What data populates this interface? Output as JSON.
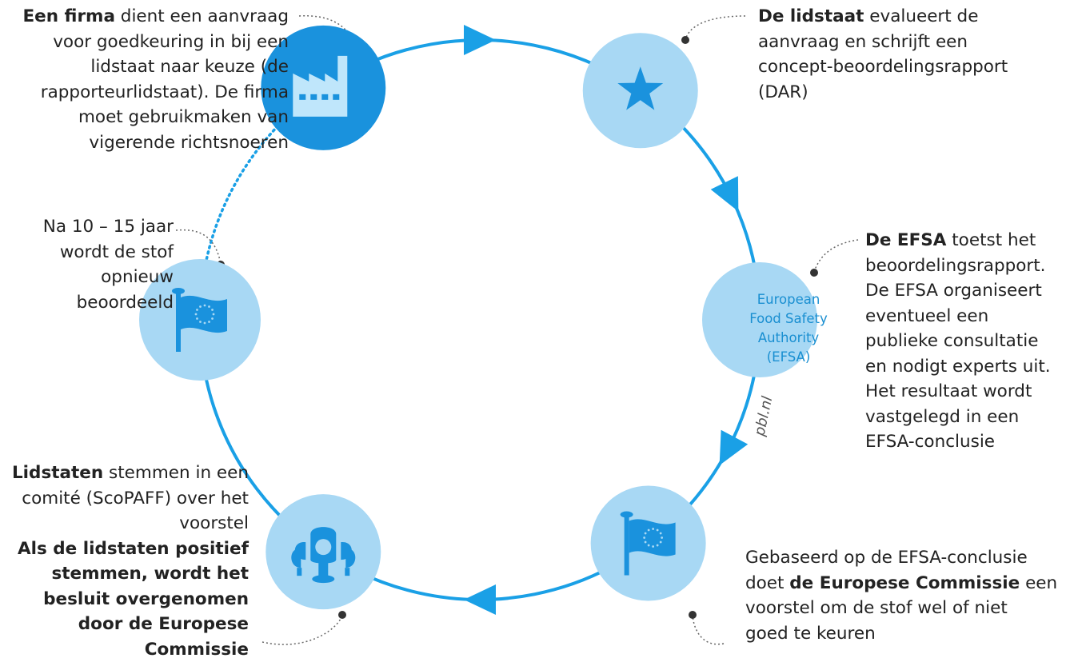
{
  "colors": {
    "cycle_line": "#1aa0e6",
    "node_dark": "#1a92dd",
    "node_light": "#a8d8f4",
    "icon_dark_node": "#bfe6fb",
    "icon_light_node": "#1a92dd",
    "annotation": "#666666"
  },
  "nodes": [
    {
      "id": "firm",
      "icon": "factory-icon"
    },
    {
      "id": "member-state",
      "icon": "star-icon"
    },
    {
      "id": "efsa",
      "icon": "efsa-text-label",
      "label_lines": [
        "European",
        "Food Safety",
        "Authority",
        "(EFSA)"
      ]
    },
    {
      "id": "commission",
      "icon": "eu-flag-icon"
    },
    {
      "id": "committee",
      "icon": "committee-seats-icon"
    },
    {
      "id": "reassessment",
      "icon": "eu-flag-icon"
    }
  ],
  "texts": {
    "step1": {
      "bold": "Een firma",
      "rest": " dient een aanvraag",
      "lines": [
        "voor goedkeuring in bij een",
        "lidstaat naar keuze (de",
        "rapporteurlidstaat). De firma",
        "moet gebruikmaken van",
        "vigerende richtsnoeren"
      ]
    },
    "step2": {
      "bold": "De lidstaat",
      "rest": " evalueert de",
      "lines": [
        "aanvraag en schrijft een",
        "concept-beoordelingsrapport",
        "(DAR)"
      ]
    },
    "step3": {
      "bold": "De EFSA",
      "rest": " toetst het",
      "lines": [
        "beoordelingsrapport.",
        "De EFSA organiseert",
        "eventueel een",
        "publieke consultatie",
        "en nodigt experts uit.",
        "Het resultaat wordt",
        "vastgelegd in een",
        "EFSA-conclusie"
      ]
    },
    "step4": {
      "line1": "Gebaseerd op de EFSA-conclusie",
      "line2_pre": "doet ",
      "line2_bold": "de Europese Commissie",
      "line2_post": " een",
      "lines": [
        "voorstel om de stof wel of niet",
        "goed te keuren"
      ]
    },
    "step5": {
      "bold": "Lidstaten",
      "rest": " stemmen in een",
      "lines": [
        "comité (ScoPAFF) over het",
        "voorstel"
      ],
      "bold_lines": [
        "Als de lidstaten positief",
        "stemmen, wordt het",
        "besluit overgenomen",
        "door de Europese",
        "Commissie"
      ]
    },
    "step6": {
      "lines": [
        "Na 10 – 15 jaar",
        "wordt de stof",
        "opnieuw",
        "beoordeeld"
      ]
    }
  },
  "watermark": "pbl.nl"
}
